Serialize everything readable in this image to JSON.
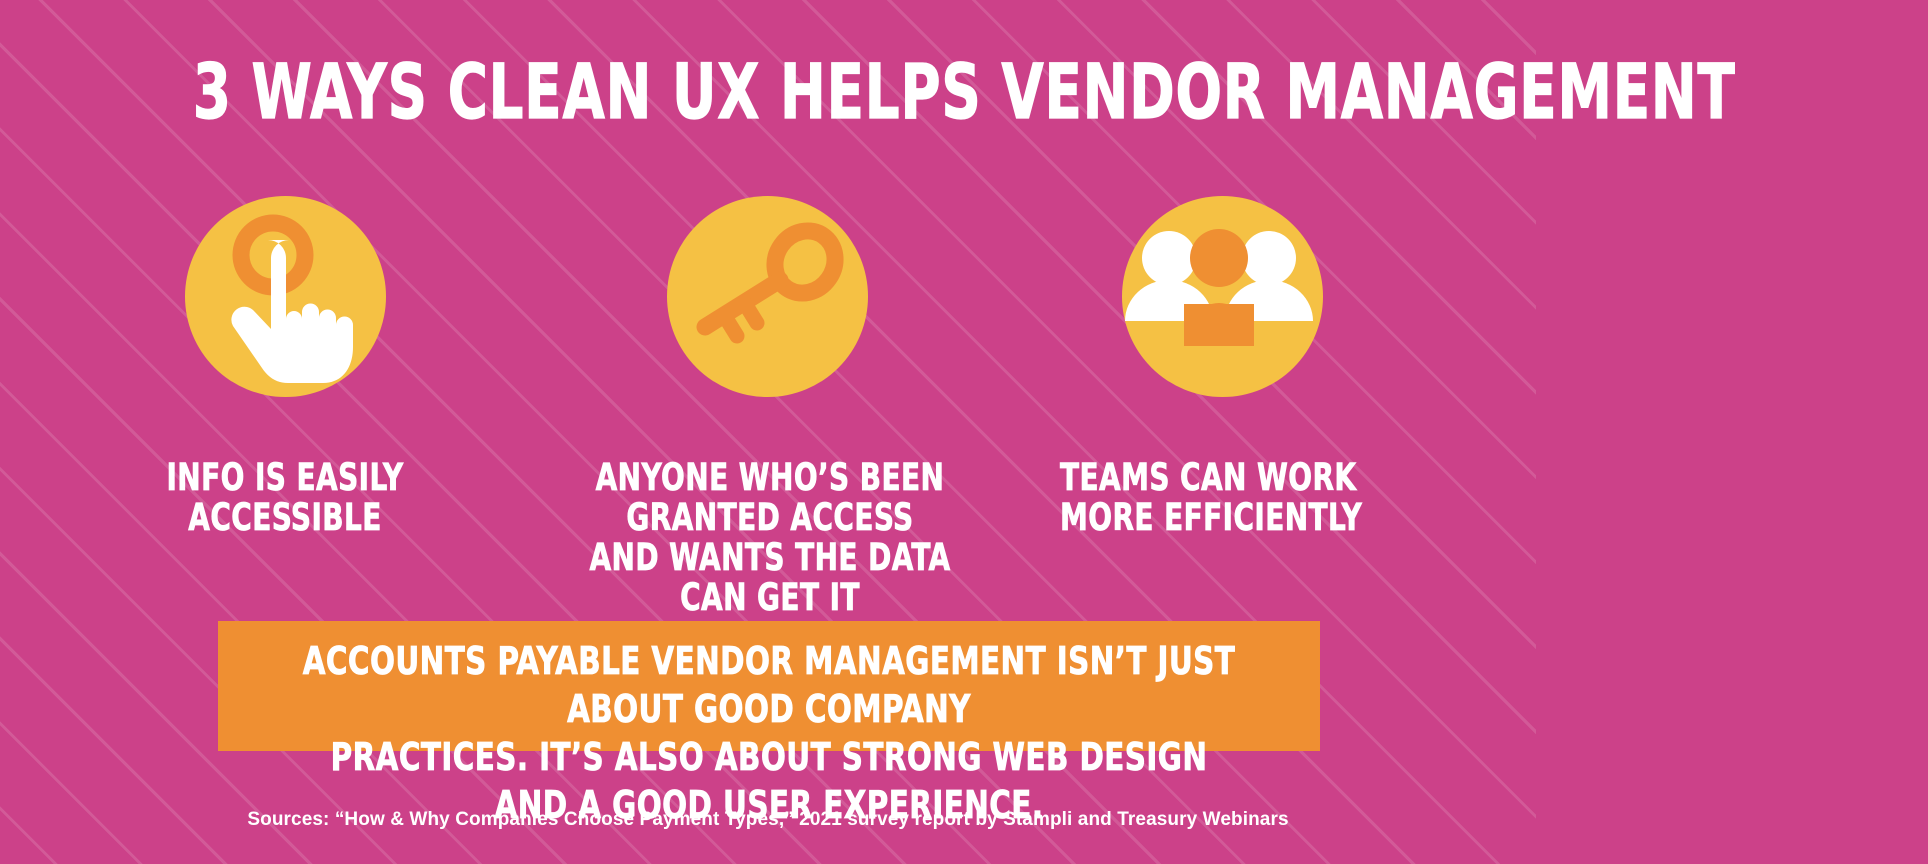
{
  "theme": {
    "background_color": "#cc4189",
    "stripe_color": "#e07aad",
    "circle_color": "#f5c144",
    "icon_accent_color": "#ef8f32",
    "icon_light_color": "#ffffff",
    "banner_color": "#ef8f32",
    "text_color": "#ffffff"
  },
  "header": {
    "title": "3 WAYS CLEAN UX HELPS VENDOR MANAGEMENT"
  },
  "columns": [
    {
      "icon_name": "pointing-hand-tap-icon",
      "caption": "INFO IS EASILY ACCESSIBLE"
    },
    {
      "icon_name": "key-icon",
      "caption": "ANYONE WHO’S BEEN GRANTED ACCESS\nAND WANTS THE DATA CAN GET IT"
    },
    {
      "icon_name": "people-group-icon",
      "caption": "TEAMS CAN WORK\nMORE EFFICIENTLY"
    }
  ],
  "banner": {
    "text": "ACCOUNTS PAYABLE VENDOR MANAGEMENT ISN’T JUST ABOUT GOOD COMPANY\nPRACTICES. IT’S ALSO ABOUT STRONG WEB DESIGN AND A GOOD USER EXPERIENCE."
  },
  "footer": {
    "sources": "Sources: “How & Why Companies Choose Payment Types,” 2021 survey report by Stampli and Treasury Webinars"
  }
}
